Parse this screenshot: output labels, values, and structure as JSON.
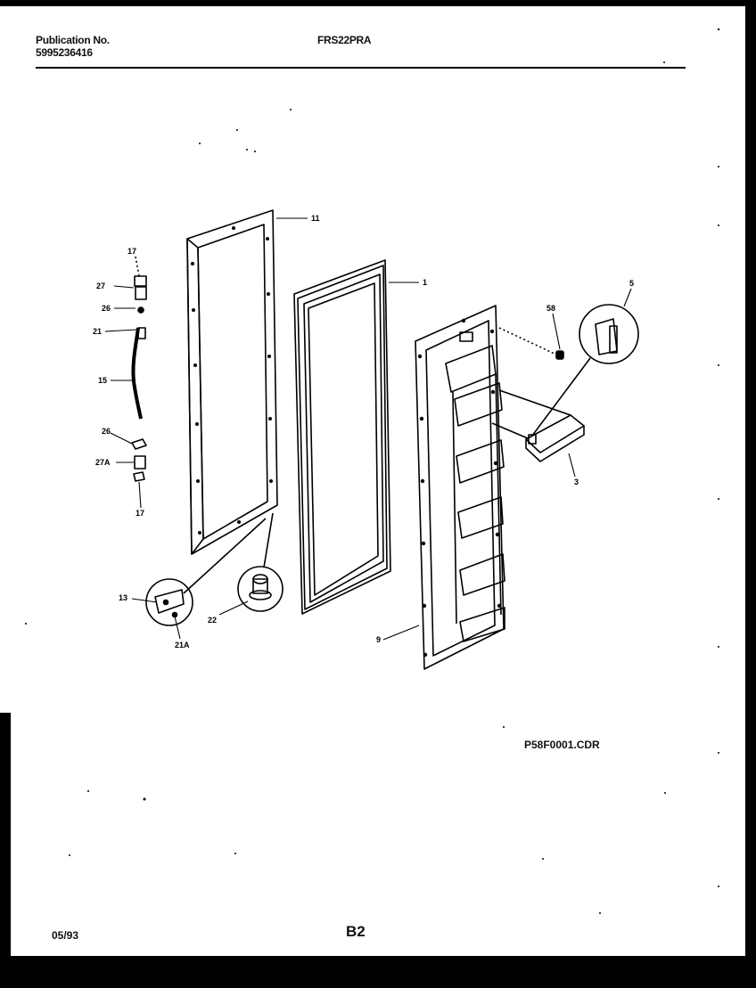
{
  "header": {
    "publication_label": "Publication No.",
    "publication_number": "5995236416",
    "model": "FRS22PRA"
  },
  "figure": {
    "file_name": "P58F0001.CDR"
  },
  "footer": {
    "date": "05/93",
    "page": "B2"
  },
  "callouts": {
    "c17_top": "17",
    "c27": "27",
    "c26": "26",
    "c21": "21",
    "c15": "15",
    "c26b": "26",
    "c27a": "27A",
    "c17_bottom": "17",
    "c11": "11",
    "c1": "1",
    "c58": "58",
    "c5": "5",
    "c3": "3",
    "c13": "13",
    "c21a": "21A",
    "c22": "22",
    "c9": "9"
  }
}
